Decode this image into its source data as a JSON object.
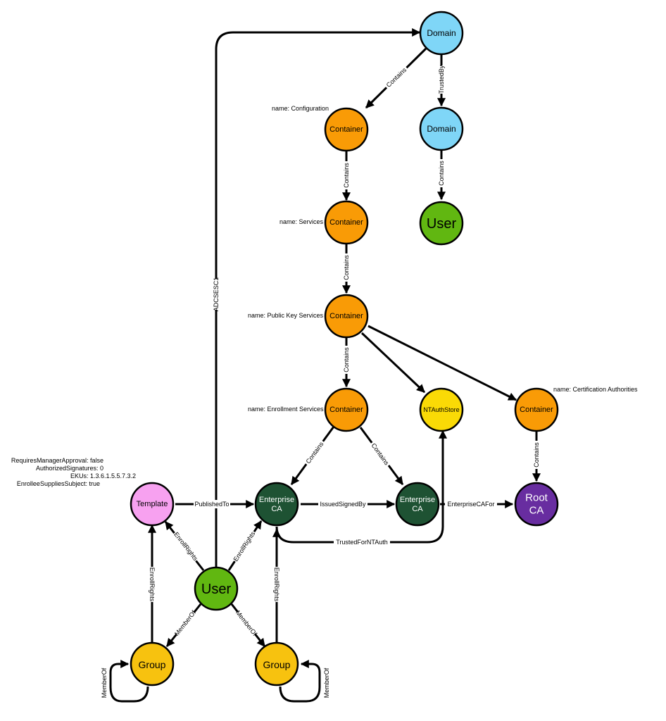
{
  "colors": {
    "domain": "#7fd6f7",
    "container": "#f99b06",
    "user": "#61b711",
    "template": "#f7a1f0",
    "enterprise_ca": "#1e5233",
    "root_ca": "#682da0",
    "ntauthstore": "#fada06",
    "group": "#f7c20f",
    "edge": "#000000"
  },
  "nodes": {
    "domain_top": {
      "label": "Domain"
    },
    "container_config": {
      "label": "Container",
      "name": "name: Configuration"
    },
    "domain_trusted": {
      "label": "Domain"
    },
    "user_domain": {
      "label": "User"
    },
    "container_services": {
      "label": "Container",
      "name": "name: Services"
    },
    "container_pks": {
      "label": "Container",
      "name": "name: Public Key Services"
    },
    "container_enroll": {
      "label": "Container",
      "name": "name: Enrollment Services"
    },
    "ntauthstore": {
      "label": "NTAuthStore"
    },
    "container_certauth": {
      "label": "Container",
      "name": "name: Certification Authorities"
    },
    "template": {
      "label": "Template"
    },
    "ca_enterprise_1": {
      "label1": "Enterprise",
      "label2": "CA"
    },
    "ca_enterprise_2": {
      "label1": "Enterprise",
      "label2": "CA"
    },
    "root_ca": {
      "label1": "Root",
      "label2": "CA"
    },
    "user_main": {
      "label": "User"
    },
    "group_left": {
      "label": "Group"
    },
    "group_right": {
      "label": "Group"
    }
  },
  "template_props": [
    "RequiresManagerApproval: false",
    "AuthorizedSignatures: 0",
    "EKUs: 1.3.6.1.5.5.7.3.2",
    "EnrolleeSuppliesSubject: true"
  ],
  "edges": {
    "adcsesc1": "ADCSESC1",
    "contains_domain_config": "Contains",
    "trustedby": "TrustedBy",
    "contains_domain_user": "Contains",
    "contains_config_services": "Contains",
    "contains_services_pks": "Contains",
    "contains_pks_enroll": "Contains",
    "contains_certauth_root": "Contains",
    "contains_enroll_ca1": "Contains",
    "contains_enroll_ca2": "Contains",
    "publishedto": "PublishedTo",
    "issuedsignedby": "IssuedSignedBy",
    "enterprisecafor": "EnterpriseCAFor",
    "trustedforntauth": "TrustedForNTAuth",
    "enroll_user_template": "EnrollRights",
    "enroll_user_ca": "EnrollRights",
    "enroll_group_template": "EnrollRights",
    "enroll_group_ca": "EnrollRights",
    "memberof_user_groupleft": "MemberOf",
    "memberof_user_groupright": "MemberOf",
    "memberof_groupleft_self": "MemberOf",
    "memberof_groupright_self": "MemberOf"
  }
}
